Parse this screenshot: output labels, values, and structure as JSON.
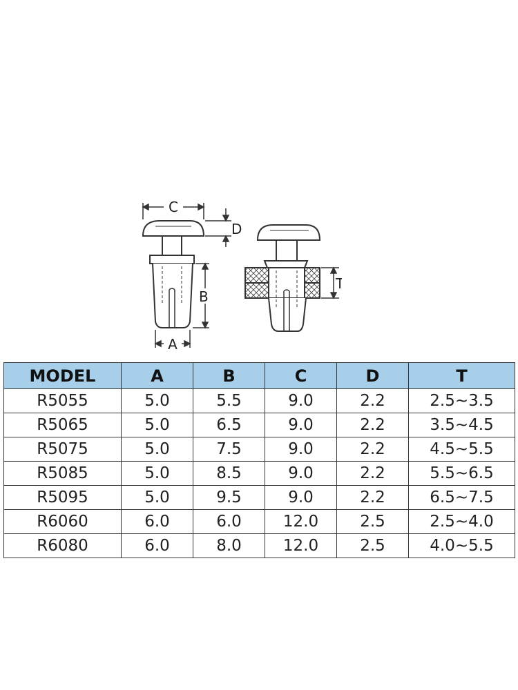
{
  "diagram": {
    "labels": {
      "a": "A",
      "b": "B",
      "c": "C",
      "d": "D",
      "t": "T"
    }
  },
  "table": {
    "headers": [
      "MODEL",
      "A",
      "B",
      "C",
      "D",
      "T"
    ],
    "rows": [
      [
        "R5055",
        "5.0",
        "5.5",
        "9.0",
        "2.2",
        "2.5~3.5"
      ],
      [
        "R5065",
        "5.0",
        "6.5",
        "9.0",
        "2.2",
        "3.5~4.5"
      ],
      [
        "R5075",
        "5.0",
        "7.5",
        "9.0",
        "2.2",
        "4.5~5.5"
      ],
      [
        "R5085",
        "5.0",
        "8.5",
        "9.0",
        "2.2",
        "5.5~6.5"
      ],
      [
        "R5095",
        "5.0",
        "9.5",
        "9.0",
        "2.2",
        "6.5~7.5"
      ],
      [
        "R6060",
        "6.0",
        "6.0",
        "12.0",
        "2.5",
        "2.5~4.0"
      ],
      [
        "R6080",
        "6.0",
        "8.0",
        "12.0",
        "2.5",
        "4.0~5.5"
      ]
    ]
  }
}
